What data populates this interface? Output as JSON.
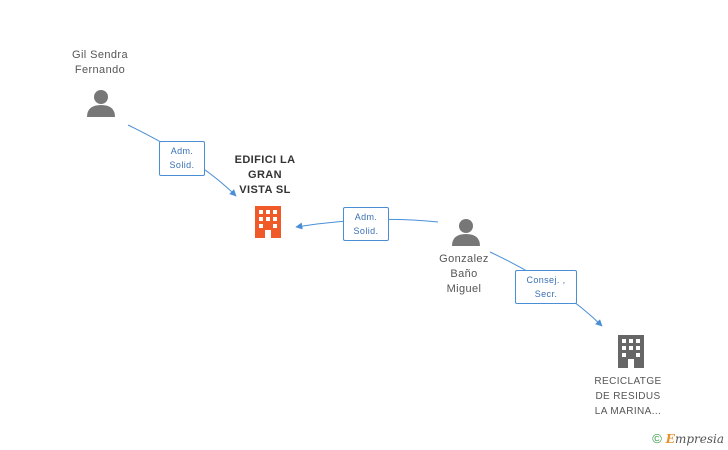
{
  "nodes": {
    "person_1": {
      "name_lines": [
        "Gil Sendra",
        "Fernando"
      ]
    },
    "company_main": {
      "name_lines": [
        "EDIFICI LA",
        "GRAN",
        "VISTA SL"
      ]
    },
    "person_2": {
      "name_lines": [
        "Gonzalez",
        "Baño",
        "Miguel"
      ]
    },
    "company_2": {
      "name_lines": [
        "RECICLATGE",
        "DE RESIDUS",
        "LA MARINA..."
      ]
    }
  },
  "relations": {
    "rel_1": {
      "lines": [
        "Adm.",
        "Solid."
      ]
    },
    "rel_2": {
      "lines": [
        "Adm.",
        "Solid."
      ]
    },
    "rel_3": {
      "lines": [
        "Consej. ,",
        "Secr."
      ]
    }
  },
  "footer": {
    "copyright": "©",
    "brand_initial": "E",
    "brand_rest": "mpresia"
  },
  "colors": {
    "person_icon": "#777777",
    "company_main_icon": "#f05a28",
    "company_icon": "#666666",
    "edge": "#4a8fd6"
  },
  "icons": {
    "person": "person-icon",
    "company": "building-icon"
  }
}
